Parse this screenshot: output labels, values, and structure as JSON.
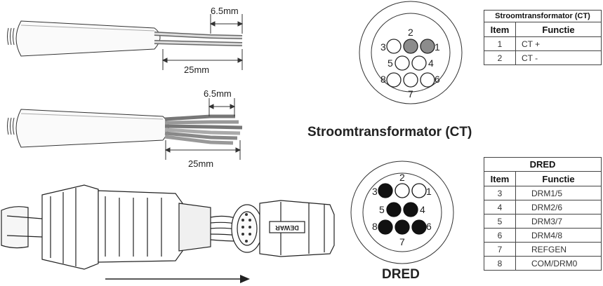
{
  "cable_strips": {
    "top": {
      "inner_strip": "6.5mm",
      "outer_strip": "25mm"
    },
    "bottom": {
      "inner_strip": "6.5mm",
      "outer_strip": "25mm"
    }
  },
  "connector_ct": {
    "heading": "Stroomtransformator (CT)",
    "pin_labels": [
      "1",
      "2",
      "3",
      "4",
      "5",
      "6",
      "7",
      "8"
    ],
    "colors": {
      "used_pin": "#8c8c8c",
      "unused_pin": "#ffffff"
    }
  },
  "connector_dred": {
    "heading": "DRED",
    "pin_labels": [
      "1",
      "2",
      "3",
      "4",
      "5",
      "6",
      "7",
      "8"
    ],
    "colors": {
      "used_pin": "#111111",
      "unused_pin": "#ffffff"
    }
  },
  "ct_table": {
    "title": "Stroomtransformator (CT)",
    "headers": [
      "Item",
      "Functie"
    ],
    "rows": [
      [
        "1",
        "CT +"
      ],
      [
        "2",
        "CT -"
      ]
    ]
  },
  "dred_table": {
    "title": "DRED",
    "headers": [
      "Item",
      "Functie"
    ],
    "rows": [
      [
        "3",
        "DRM1/5"
      ],
      [
        "4",
        "DRM2/6"
      ],
      [
        "5",
        "DRM3/7"
      ],
      [
        "6",
        "DRM4/8"
      ],
      [
        "7",
        "REFGEN"
      ],
      [
        "8",
        "COM/DRM0"
      ]
    ]
  },
  "connector_assembly": {
    "label": "DEWAR"
  }
}
